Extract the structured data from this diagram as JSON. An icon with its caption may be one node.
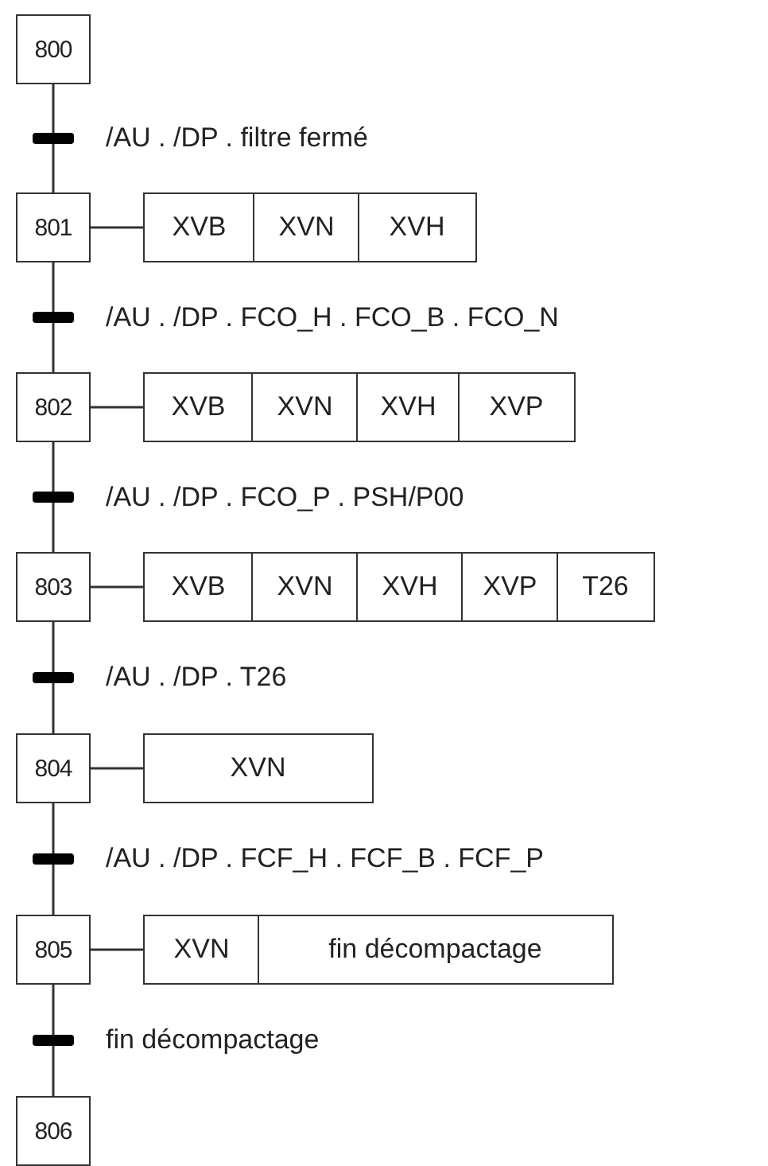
{
  "diagram": {
    "nodes": [
      {
        "text": [
          "800"
        ]
      },
      {
        "text": [
          "801"
        ]
      },
      {
        "text": [
          "XVB"
        ]
      },
      {
        "text": [
          "XVN"
        ]
      },
      {
        "text": [
          "XVH"
        ]
      },
      {
        "text": [
          "802"
        ]
      },
      {
        "text": [
          "XVB"
        ]
      },
      {
        "text": [
          "XVN"
        ]
      },
      {
        "text": [
          "XVH"
        ]
      },
      {
        "text": [
          "XVP"
        ]
      },
      {
        "text": [
          "803"
        ]
      },
      {
        "text": [
          "XVB"
        ]
      },
      {
        "text": [
          "XVN"
        ]
      },
      {
        "text": [
          "XVH"
        ]
      },
      {
        "text": [
          "XVP"
        ]
      },
      {
        "text": [
          "T26"
        ]
      },
      {
        "text": [
          "804"
        ]
      },
      {
        "text": [
          "XVN"
        ]
      },
      {
        "text": [
          "805"
        ]
      },
      {
        "text": [
          "XVN"
        ]
      },
      {
        "text": [
          "fin décompactage"
        ]
      },
      {
        "text": [
          "806"
        ]
      }
    ],
    "edges": [
      {
        "from": 0,
        "to": 1,
        "arrow": "none",
        "label": "/AU . /DP . filtre fermé"
      },
      {
        "from": 1,
        "to": 2,
        "arrow": "none"
      },
      {
        "from": 1,
        "to": 5,
        "arrow": "none",
        "label": "/AU . /DP . FCO_H . FCO_B . FCO_N"
      },
      {
        "from": 5,
        "to": 6,
        "arrow": "none"
      },
      {
        "from": 5,
        "to": 10,
        "arrow": "none",
        "label": "/AU . /DP . FCO_P . PSH/P00"
      },
      {
        "from": 10,
        "to": 11,
        "arrow": "none"
      },
      {
        "from": 10,
        "to": 16,
        "arrow": "none",
        "label": "/AU . /DP . T26"
      },
      {
        "from": 16,
        "to": 17,
        "arrow": "none"
      },
      {
        "from": 16,
        "to": 18,
        "arrow": "none",
        "label": "/AU . /DP . FCF_H . FCF_B . FCF_P"
      },
      {
        "from": 18,
        "to": 19,
        "arrow": "none"
      },
      {
        "from": 18,
        "to": 21,
        "arrow": "none",
        "label": "fin décompactage"
      }
    ]
  }
}
